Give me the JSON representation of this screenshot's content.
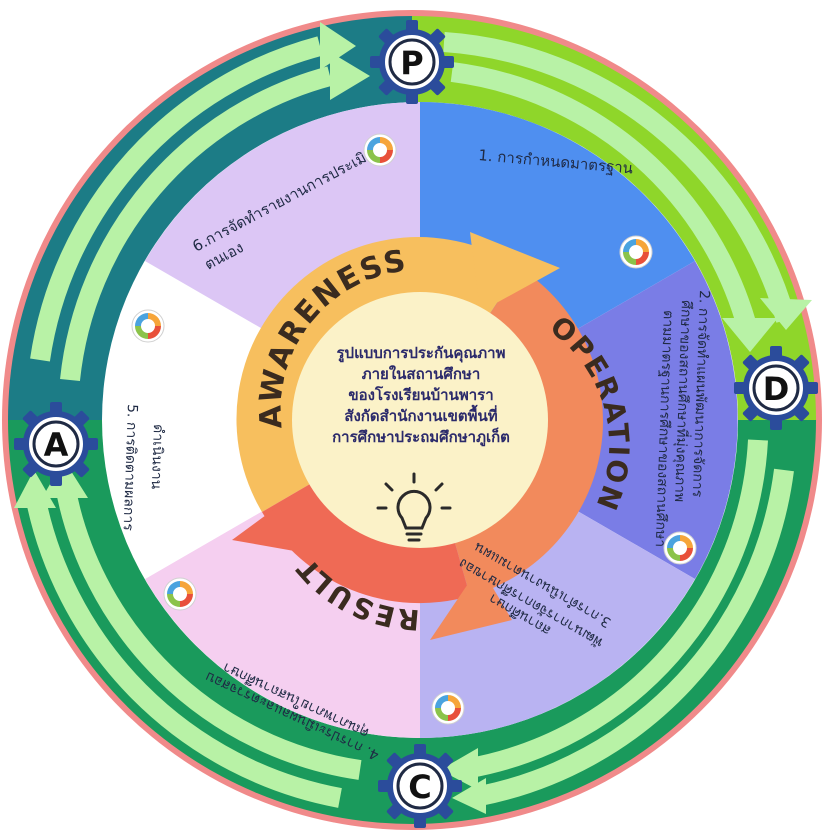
{
  "diagram": {
    "center_lines": [
      "รูปแบบการประกันคุณภาพ",
      "ภายในสถานศึกษา",
      "ของโรงเรียนบ้านพารา",
      "สังกัดสำนักงานเขตพื้นที่",
      "การศึกษาประถมศึกษาภูเก็ต"
    ],
    "ring_words": {
      "awareness": "AWARENESS",
      "operation": "OPERATION",
      "result": "RESULT"
    },
    "gears": {
      "top": "P",
      "right": "D",
      "bottom": "C",
      "left": "A"
    },
    "steps": {
      "step1": "1. การกำหนดมาตรฐาน",
      "step2_line1": "2. การจัดทำแผนพัฒนาการจัดการ",
      "step2_line2": "ศึกษาของสถานศึกษาที่มุ่งคุณภาพ",
      "step2_line3": "ตามมาตรฐานการศึกษาของสถานศึกษา",
      "step3_line1": "3.การดำเนินงานตามแผน",
      "step3_line2": "พัฒนาการจัดการศึกษาของ",
      "step3_line3": "สถานศึกษา",
      "step4_line1": "4. การประเมินผลและตรวจสอบ",
      "step4_line2": "คุณภาพภายในสถานศึกษา",
      "step5_line1": "5. การติดตามผลการ",
      "step5_line2": "ดำเนินงาน",
      "step6_line1": "6.การจัดทำรายงานการประเมิน",
      "step6_line2": "ตนเอง"
    },
    "colors": {
      "outer_border": "#f08a8a",
      "p_to_d": "#8fd62a",
      "d_to_c": "#1a9a5c",
      "a_to_p": "#1c7c86",
      "c_to_a": "#1a9a5c",
      "arrow_light": "#b8f2a6",
      "seg_step1": "#4f8ff0",
      "seg_step2": "#7a7de6",
      "seg_step3": "#b9b3f2",
      "seg_step4": "#f5cff0",
      "seg_step5": "#ffffff",
      "seg_step6": "#dcc6f5",
      "ring_awareness": "#f7bf5e",
      "ring_operation": "#f28a5c",
      "ring_result": "#ef6a55",
      "center_fill": "#fbf2c8",
      "gear_blue": "#2b4c9b",
      "text_dark": "#2b2a6b"
    },
    "icons": {
      "center": "lightbulb-icon",
      "step_badge": "pdca-badge-icon",
      "gear": "gear-icon"
    }
  }
}
